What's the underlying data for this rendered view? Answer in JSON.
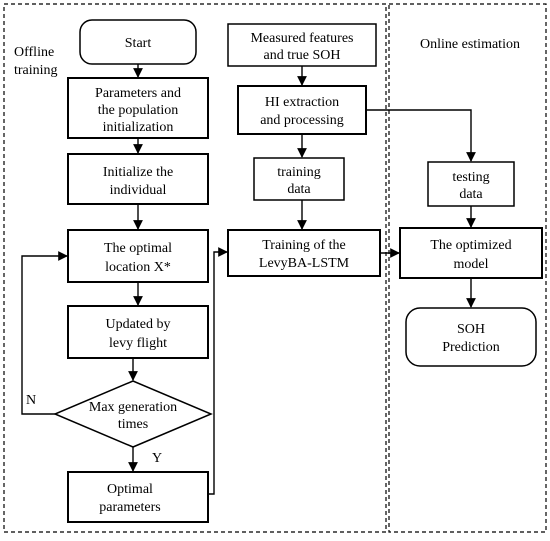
{
  "regions": {
    "offline": [
      "Offline",
      "training"
    ],
    "online": "Online estimation"
  },
  "nodes": {
    "start": [
      "Start"
    ],
    "param_init": [
      "Parameters and",
      "the population",
      "initialization"
    ],
    "init_individual": [
      "Initialize the",
      "individual"
    ],
    "optimal_location": [
      "The optimal",
      "location X*"
    ],
    "levy_update": [
      "Updated by",
      "levy flight"
    ],
    "max_gen": [
      "Max generation",
      "times"
    ],
    "optimal_params": [
      "Optimal",
      "parameters"
    ],
    "measured": [
      "Measured features",
      "and true SOH"
    ],
    "hi_extraction": [
      "HI extraction",
      "and processing"
    ],
    "training_data": [
      "training",
      "data"
    ],
    "training_model": [
      "Training of the",
      "LevyBA-LSTM"
    ],
    "testing_data": [
      "testing",
      "data"
    ],
    "optimized_model": [
      "The optimized",
      "model"
    ],
    "soh_prediction": [
      "SOH",
      "Prediction"
    ]
  },
  "edge_labels": {
    "no": "N",
    "yes": "Y"
  }
}
